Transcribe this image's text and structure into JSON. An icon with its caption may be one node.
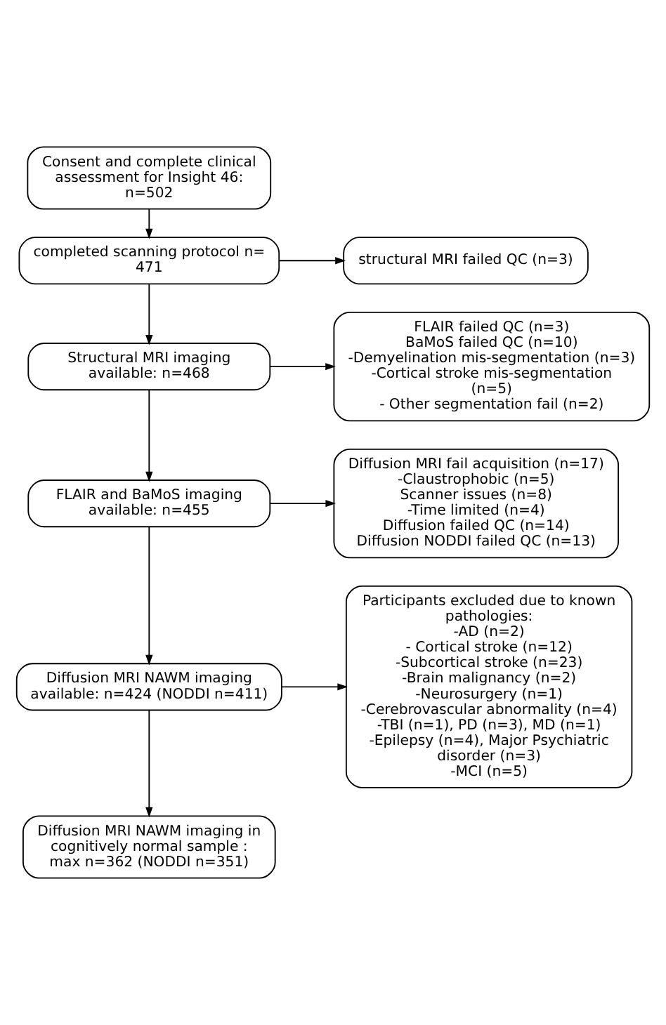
{
  "diagram": {
    "nodes": [
      {
        "text": [
          "Consent and complete clinical assessment for Insight 46: n=502"
        ]
      },
      {
        "text": [
          "completed scanning protocol n= 471"
        ]
      },
      {
        "text": [
          "structural MRI failed QC (n=3)"
        ]
      },
      {
        "text": [
          "Structural MRI imaging available: n=468"
        ]
      },
      {
        "text": [
          "FLAIR failed QC (n=3)",
          "BaMoS failed QC (n=10)",
          "-Demyelination mis-segmentation (n=3)",
          "-Cortical stroke mis-segmentation (n=5)",
          "- Other segmentation fail (n=2)"
        ]
      },
      {
        "text": [
          "FLAIR and BaMoS imaging available: n=455"
        ]
      },
      {
        "text": [
          "Diffusion MRI fail acquisition (n=17)",
          "-Claustrophobic (n=5)",
          "Scanner issues (n=8)",
          "-Time limited (n=4)",
          "Diffusion failed QC (n=14)",
          "Diffusion NODDI failed QC (n=13)"
        ]
      },
      {
        "text": [
          "Diffusion MRI NAWM imaging available: n=424 (NODDI n=411)"
        ]
      },
      {
        "text": [
          "Participants excluded due to known pathologies:",
          "-AD (n=2)",
          "- Cortical stroke (n=12)",
          "-Subcortical stroke (n=23)",
          "-Brain malignancy (n=2)",
          "-Neurosurgery (n=1)",
          "-Cerebrovascular abnormality (n=4)",
          "-TBI (n=1), PD (n=3), MD (n=1)",
          "-Epilepsy (n=4), Major Psychiatric disorder (n=3)",
          "-MCI (n=5)"
        ]
      },
      {
        "text": [
          "Diffusion MRI NAWM imaging in cognitively normal sample : max n=362 (NODDI n=351)"
        ]
      }
    ],
    "edges": [
      {
        "from": 0,
        "to": 1,
        "arrow": "to"
      },
      {
        "from": 1,
        "to": 2,
        "arrow": "to"
      },
      {
        "from": 1,
        "to": 3,
        "arrow": "to"
      },
      {
        "from": 3,
        "to": 4,
        "arrow": "to"
      },
      {
        "from": 3,
        "to": 5,
        "arrow": "to"
      },
      {
        "from": 5,
        "to": 6,
        "arrow": "to"
      },
      {
        "from": 5,
        "to": 7,
        "arrow": "to"
      },
      {
        "from": 7,
        "to": 8,
        "arrow": "to"
      },
      {
        "from": 7,
        "to": 9,
        "arrow": "to"
      }
    ]
  }
}
